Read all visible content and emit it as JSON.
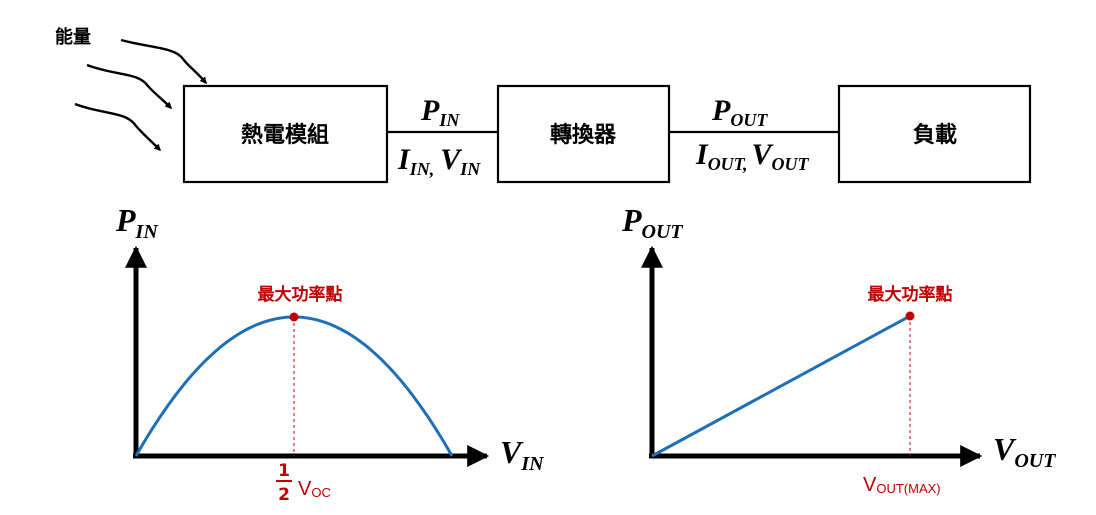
{
  "energy_label": "能量",
  "blocks": {
    "teg": "熱電模組",
    "converter": "轉換器",
    "load": "負載"
  },
  "link_in": {
    "power": {
      "main": "P",
      "sub": "IN"
    },
    "current": {
      "main": "I",
      "sub": "IN,"
    },
    "voltage": {
      "main": "V",
      "sub": "IN"
    }
  },
  "link_out": {
    "power": {
      "main": "P",
      "sub": "OUT"
    },
    "current": {
      "main": "I",
      "sub": "OUT,"
    },
    "voltage": {
      "main": "V",
      "sub": "OUT"
    }
  },
  "graph_in": {
    "y_axis": {
      "main": "P",
      "sub": "IN"
    },
    "x_axis": {
      "main": "V",
      "sub": "IN"
    },
    "mpp_label": "最大功率點",
    "x_marker": {
      "num": "1",
      "den": "2",
      "main": "V",
      "sub": "OC"
    }
  },
  "graph_out": {
    "y_axis": {
      "main": "P",
      "sub": "OUT"
    },
    "x_axis": {
      "main": "V",
      "sub": "OUT"
    },
    "mpp_label": "最大功率點",
    "x_marker": {
      "main": "V",
      "sub": "OUT(MAX)"
    }
  },
  "chart_data": [
    {
      "type": "line",
      "title": "",
      "xlabel": "V_IN",
      "ylabel": "P_IN",
      "curve": "parabola",
      "x": [
        0,
        0.25,
        0.5,
        0.75,
        1.0
      ],
      "y": [
        0,
        0.75,
        1.0,
        0.75,
        0
      ],
      "marked_point": {
        "x": 0.5,
        "y": 1.0,
        "label": "最大功率點",
        "x_label": "1/2 V_OC"
      }
    },
    {
      "type": "line",
      "title": "",
      "xlabel": "V_OUT",
      "ylabel": "P_OUT",
      "curve": "linear",
      "x": [
        0,
        1.0
      ],
      "y": [
        0,
        1.0
      ],
      "marked_point": {
        "x": 1.0,
        "y": 1.0,
        "label": "最大功率點",
        "x_label": "V_OUT(MAX)"
      }
    }
  ],
  "colors": {
    "curve": "#1f6fb5",
    "accent": "#c00000",
    "ink": "#000000"
  }
}
